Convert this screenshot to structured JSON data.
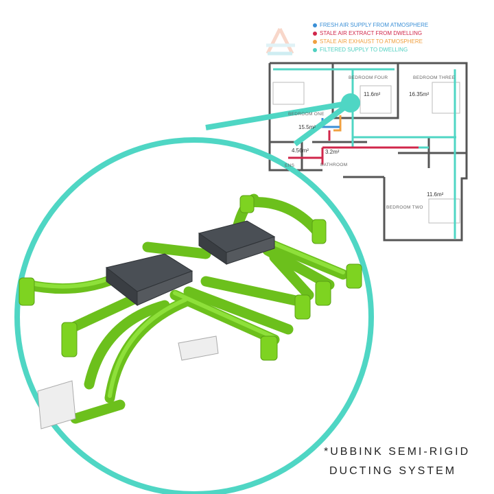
{
  "legend": [
    {
      "label": "FRESH AIR SUPPLY FROM ATMOSPHERE",
      "color": "#3a8fd6"
    },
    {
      "label": "STALE AIR EXTRACT FROM DWELLING",
      "color": "#d0264a"
    },
    {
      "label": "STALE AIR EXHAUST TO ATMOSPHERE",
      "color": "#f0a040"
    },
    {
      "label": "FILTERED SUPPLY TO DWELLING",
      "color": "#4fd0c0"
    }
  ],
  "rooms": {
    "bedroom_four": "BEDROOM FOUR",
    "bedroom_four_area": "11.6m²",
    "bedroom_three": "BEDROOM THREE",
    "bedroom_three_area": "16.35m²",
    "bedroom_one": "BEDROOM ONE",
    "bedroom_one_area": "15.5m²",
    "ensuite": "ENS",
    "ensuite_area": "4.56m²",
    "bathroom": "BATHROOM",
    "bathroom_area": "3.2m²",
    "bedroom_two": "BEDROOM TWO",
    "bedroom_two_area": "11.6m²"
  },
  "caption": {
    "line1": "*UBBINK SEMI-RIGID",
    "line2": "DUCTING SYSTEM"
  },
  "colors": {
    "teal": "#4fd6c4",
    "duct_green": "#7ed321",
    "manifold": "#4a4f55"
  }
}
